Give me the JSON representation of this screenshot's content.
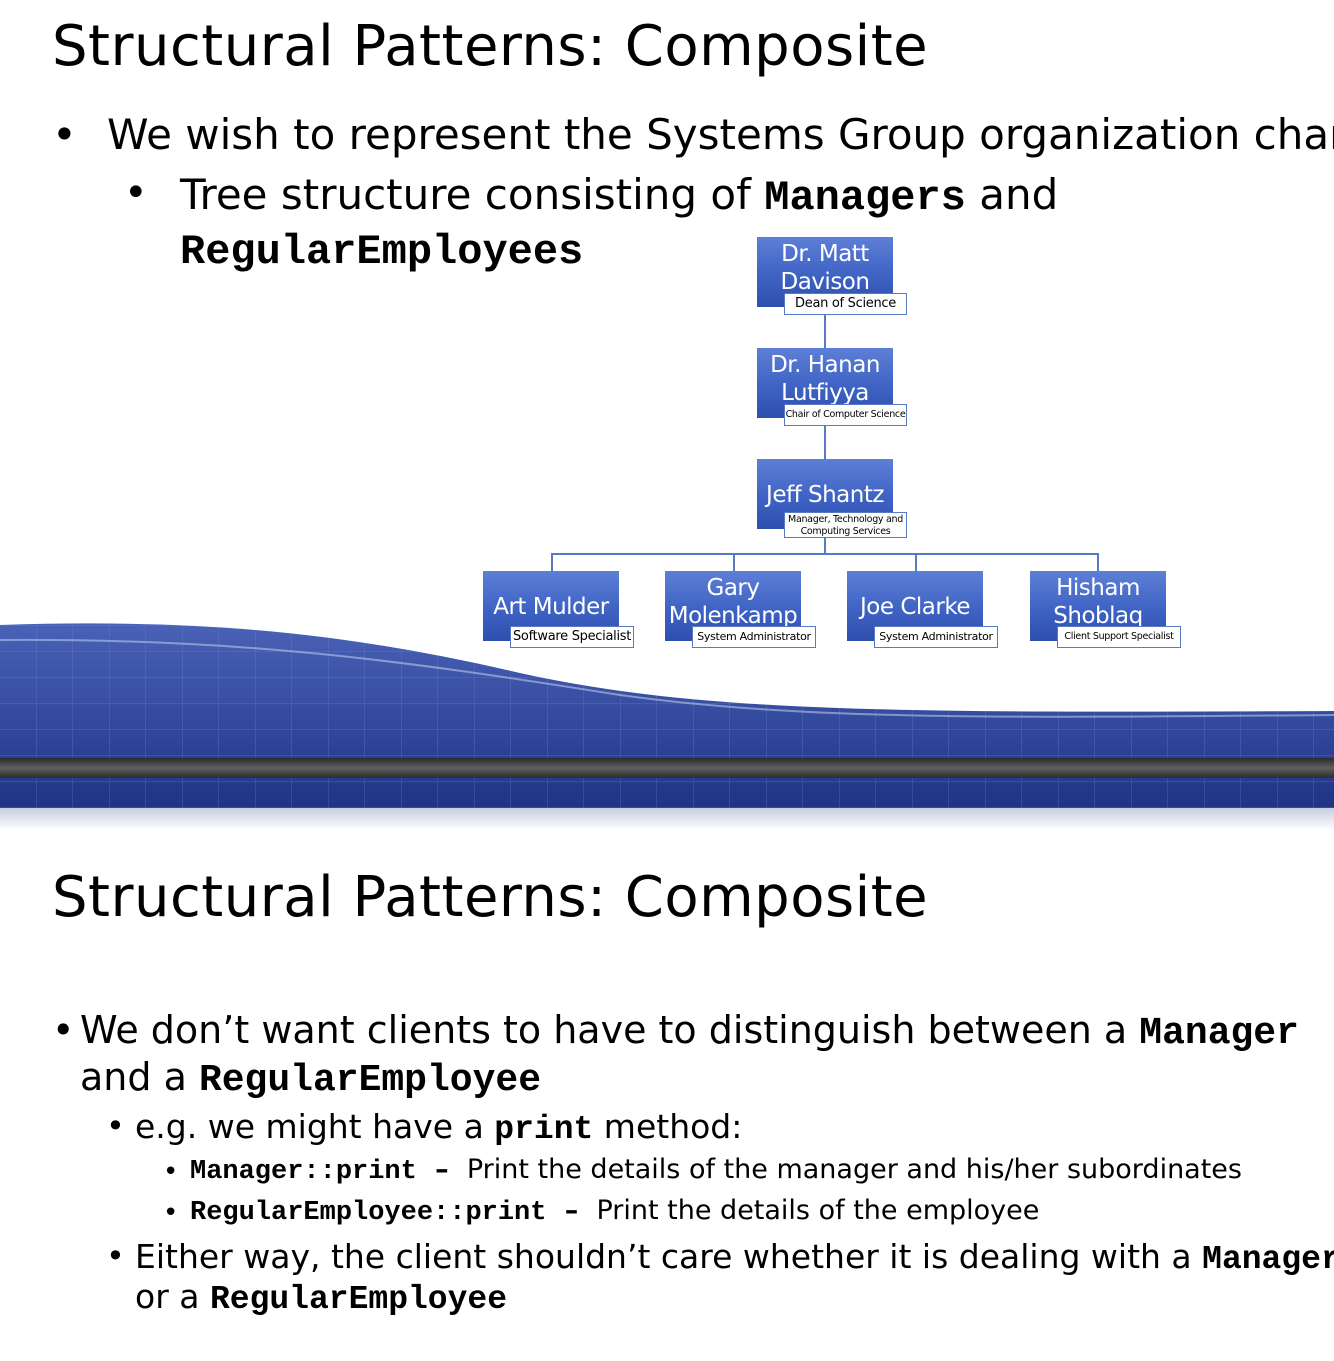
{
  "slide1": {
    "title": "Structural Patterns: Composite",
    "bullet_symbol": "•",
    "bullet1": "We wish to represent the Systems Group organization chart",
    "bullet2": {
      "text1": "Tree structure consisting of ",
      "code1": "Managers",
      "text2": " and",
      "code2": "RegularEmployees"
    },
    "org_chart": {
      "dean": {
        "name": "Dr. Matt Davison",
        "role": "Dean of Science"
      },
      "chair": {
        "name": "Dr. Hanan Lutfiyya",
        "role": "Chair of Computer Science"
      },
      "manager": {
        "name": "Jeff Shantz",
        "role": "Manager, Technology and Computing Services"
      },
      "staff": [
        {
          "name": "Art Mulder",
          "role": "Software Specialist"
        },
        {
          "name": "Gary Molenkamp",
          "role": "System Administrator"
        },
        {
          "name": "Joe Clarke",
          "role": "System Administrator"
        },
        {
          "name": "Hisham Shoblaq",
          "role": "Client Support Specialist"
        }
      ]
    }
  },
  "slide2": {
    "title": "Structural Patterns: Composite",
    "bullet_symbol": "•",
    "b1_text1": "We don’t want clients to have to distinguish between a ",
    "b1_code1": "Manager",
    "b1_text2": "and a ",
    "b1_code2": "RegularEmployee",
    "b2_text1": "e.g. we might have a ",
    "b2_code": "print",
    "b2_text2": " method:",
    "b3_code": "Manager::print",
    "b3_dash": "–",
    "b3_text": "Print the details of the manager and his/her subordinates",
    "b4_code": "RegularEmployee::print",
    "b4_dash": "–",
    "b4_text": "Print the details of the employee",
    "b5_text1": "Either way, the client shouldn’t care whether it is dealing with a ",
    "b5_code1": "Manager",
    "b5_text2": "or a ",
    "b5_code2": "RegularEmployee"
  },
  "colors": {
    "node_blue": "#3f63c4",
    "band_blue": "#2c4396",
    "band_dark": "#3a3a3a"
  }
}
